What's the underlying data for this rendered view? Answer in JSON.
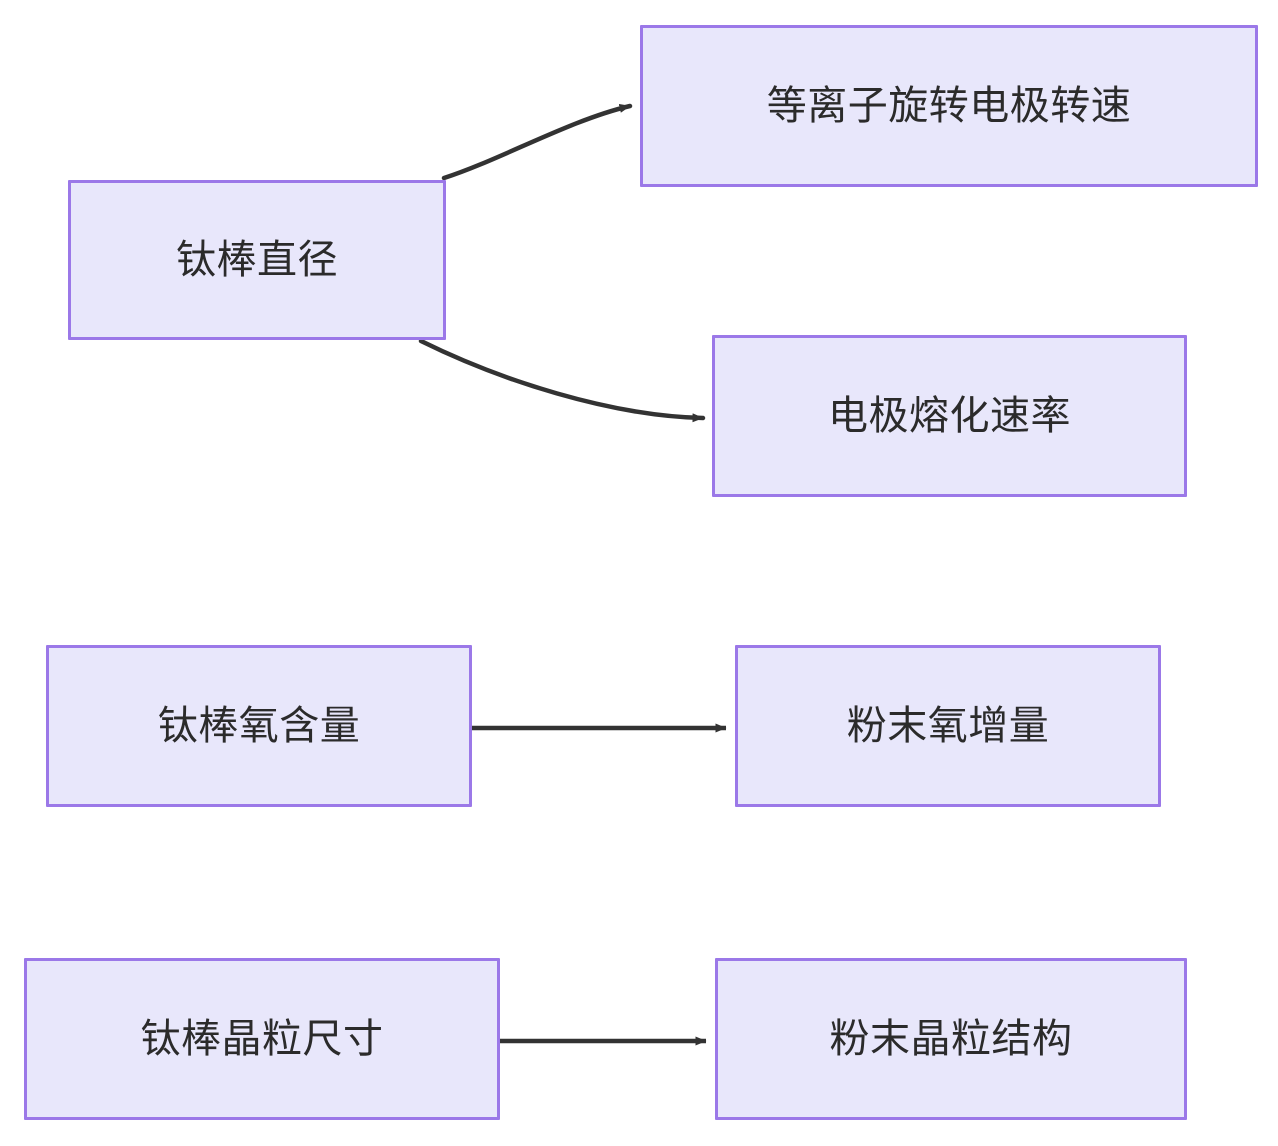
{
  "diagram": {
    "type": "flowchart",
    "direction": "left-to-right",
    "background_color": "#ffffff",
    "node_fill_color": "#e8e7fb",
    "node_border_color": "#9b78e8",
    "node_text_color": "#2b2b2b",
    "edge_color": "#333333",
    "nodes": [
      {
        "id": "rod-diameter",
        "label": "钛棒直径"
      },
      {
        "id": "prep-speed",
        "label": "等离子旋转电极转速"
      },
      {
        "id": "melt-rate",
        "label": "电极熔化速率"
      },
      {
        "id": "rod-oxygen",
        "label": "钛棒氧含量"
      },
      {
        "id": "powder-oxygen",
        "label": "粉末氧增量"
      },
      {
        "id": "rod-grain",
        "label": "钛棒晶粒尺寸"
      },
      {
        "id": "powder-grain",
        "label": "粉末晶粒结构"
      }
    ],
    "edges": [
      {
        "id": "edge-1",
        "from": "rod-diameter",
        "to": "prep-speed",
        "style": "curved",
        "arrow": "arrow-head-right",
        "label": ""
      },
      {
        "id": "edge-2",
        "from": "rod-diameter",
        "to": "melt-rate",
        "style": "curved",
        "arrow": "arrow-head-right",
        "label": ""
      },
      {
        "id": "edge-3",
        "from": "rod-oxygen",
        "to": "powder-oxygen",
        "style": "straight",
        "arrow": "arrow-head-right",
        "label": ""
      },
      {
        "id": "edge-4",
        "from": "rod-grain",
        "to": "powder-grain",
        "style": "straight",
        "arrow": "arrow-head-right",
        "label": ""
      }
    ]
  }
}
